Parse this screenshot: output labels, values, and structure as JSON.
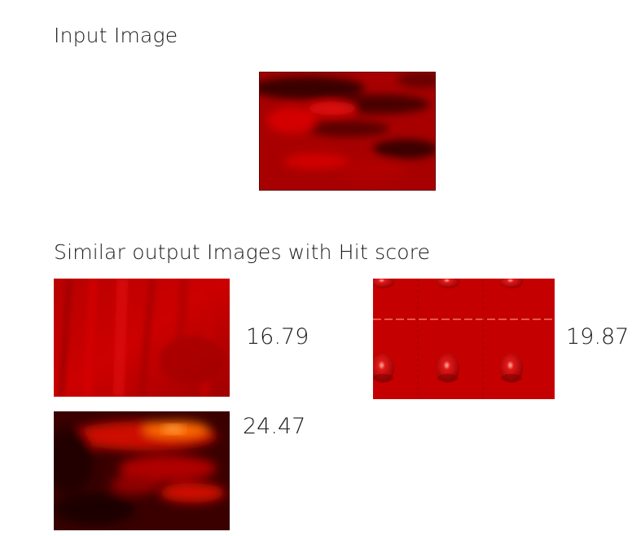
{
  "input_section": {
    "heading": "Input Image"
  },
  "output_section": {
    "heading": "Similar output Images with Hit score",
    "results": [
      {
        "score": "16.79"
      },
      {
        "score": "19.87"
      },
      {
        "score": "24.47"
      }
    ]
  },
  "colors": {
    "red": "#c80000",
    "dark_red": "#5a0000",
    "bright_red": "#e60000"
  }
}
